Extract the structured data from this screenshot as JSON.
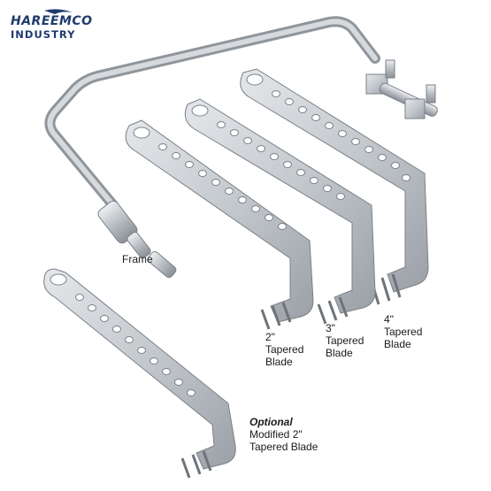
{
  "brand": {
    "line1": "HAREEMCO",
    "line2": "INDUSTRY",
    "color": "#1f3a6e"
  },
  "labels": {
    "frame": "Frame",
    "blade2": [
      "2\"",
      "Tapered",
      "Blade"
    ],
    "blade3": [
      "3\"",
      "Tapered",
      "Blade"
    ],
    "blade4": [
      "4\"",
      "Tapered",
      "Blade"
    ],
    "optional": "Optional",
    "modified": [
      "Modified 2\"",
      "Tapered Blade"
    ]
  },
  "colors": {
    "steel_light": "#d9dcdf",
    "steel_mid": "#b7bcc1",
    "steel_dark": "#8d9399",
    "text": "#1a1a1a"
  }
}
